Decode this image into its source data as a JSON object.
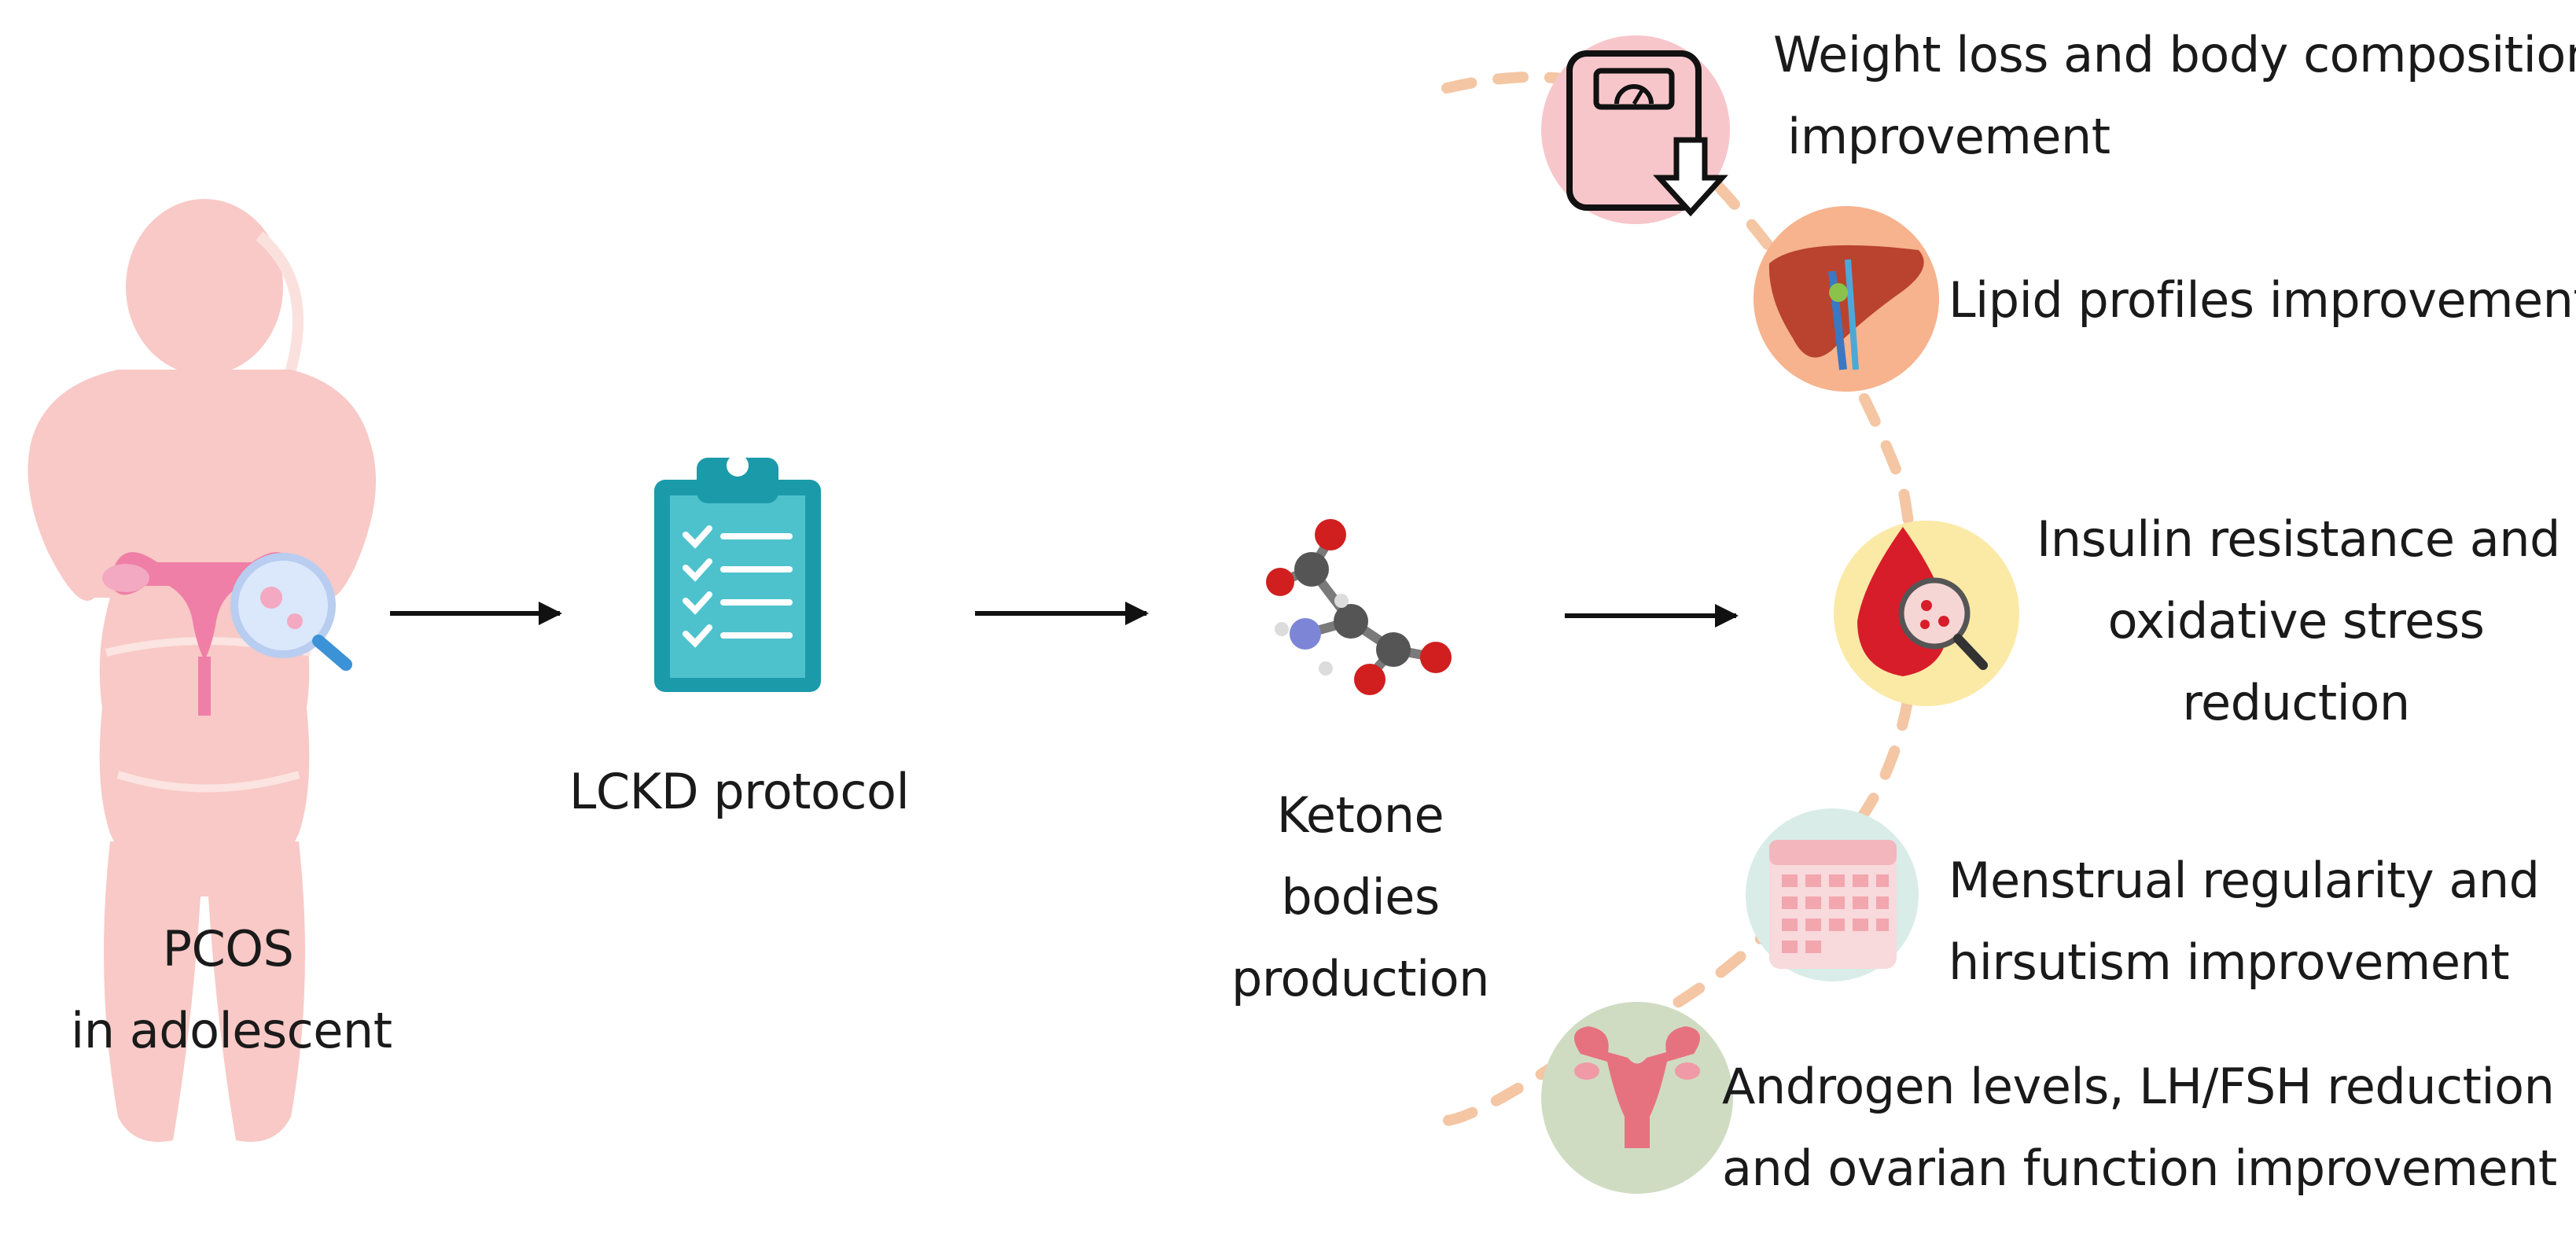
{
  "stages": {
    "patient": {
      "line1": "PCOS",
      "line2": "in adolescent",
      "icon": "woman-silhouette-with-uterus-magnifier"
    },
    "protocol": {
      "label": "LCKD protocol",
      "icon": "clipboard-checklist"
    },
    "ketone": {
      "line1": "Ketone",
      "line2": "bodies",
      "line3": "production",
      "icon": "molecule-model"
    }
  },
  "outcomes": [
    {
      "line1": "Weight loss and body composition",
      "line2": "improvement",
      "icon": "weight-scale-down-arrow",
      "color": "#f7c6cb"
    },
    {
      "line1": "Lipid profiles improvement",
      "icon": "liver",
      "color": "#f6b38e"
    },
    {
      "line1": "Insulin resistance and",
      "line2": "oxidative stress",
      "line3": "reduction",
      "icon": "blood-drop-magnifier",
      "color": "#fbe9a6"
    },
    {
      "line1": "Menstrual regularity and",
      "line2": "hirsutism improvement",
      "icon": "calendar",
      "color": "#d9ece8"
    },
    {
      "line1": "Androgen levels, LH/FSH reduction",
      "line2": "and ovarian function improvement",
      "icon": "uterus",
      "color": "#cfdcc2"
    }
  ],
  "colors": {
    "accent_dash": "#f4c6a4",
    "clipboard": "#1b9aaa",
    "silhouette": "#f8c9c6",
    "arrow": "#111111"
  }
}
